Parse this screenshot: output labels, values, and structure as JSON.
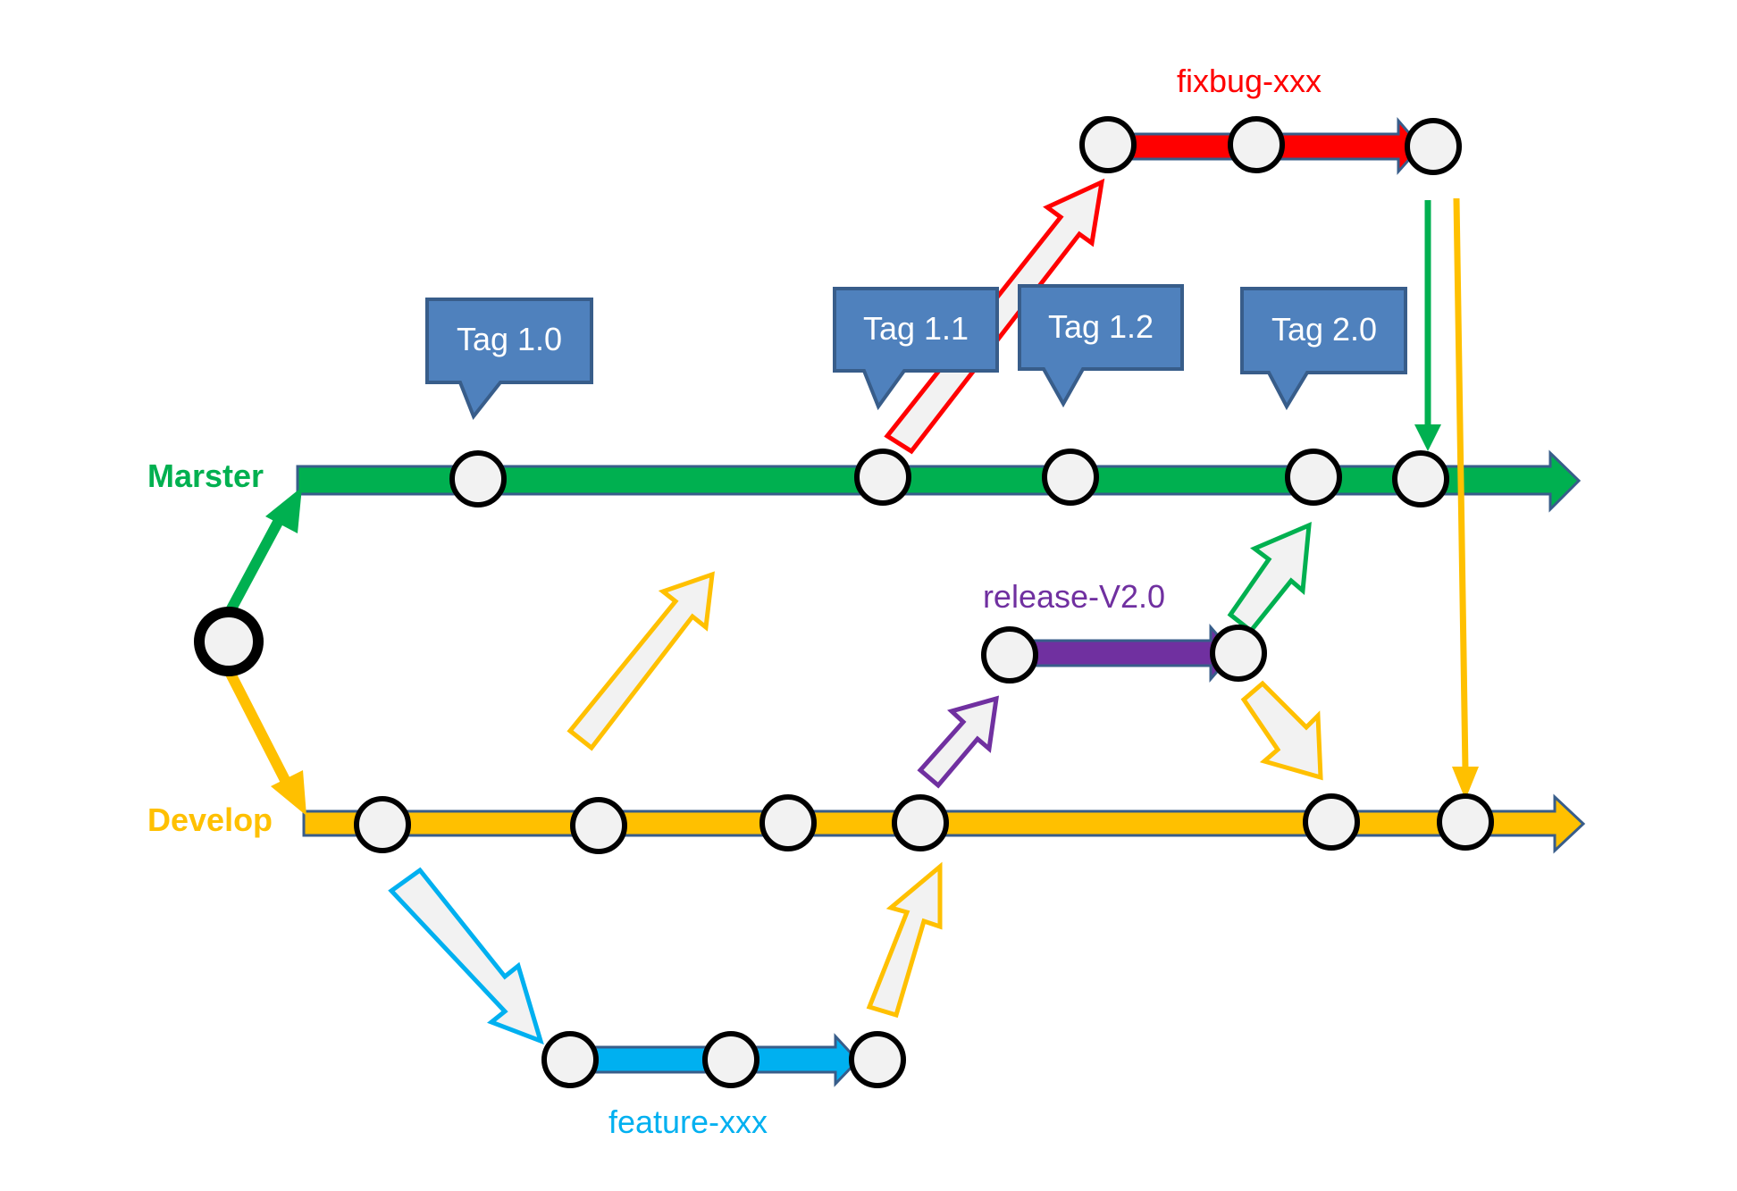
{
  "branches": {
    "master": {
      "label": "Marster",
      "color": "#00B050"
    },
    "develop": {
      "label": "Develop",
      "color": "#FFC000"
    },
    "feature": {
      "label": "feature-xxx",
      "color": "#00B0F0"
    },
    "release": {
      "label": "release-V2.0",
      "color": "#7030A0"
    },
    "fixbug": {
      "label": "fixbug-xxx",
      "color": "#FF0000"
    }
  },
  "tags": [
    {
      "label": "Tag 1.0"
    },
    {
      "label": "Tag 1.1"
    },
    {
      "label": "Tag 1.2"
    },
    {
      "label": "Tag 2.0"
    }
  ],
  "colors": {
    "node_fill": "#F2F2F2",
    "node_stroke": "#000000",
    "tag_fill": "#4F81BD",
    "tag_stroke": "#385D8A",
    "line_stroke": "#385D8A"
  }
}
